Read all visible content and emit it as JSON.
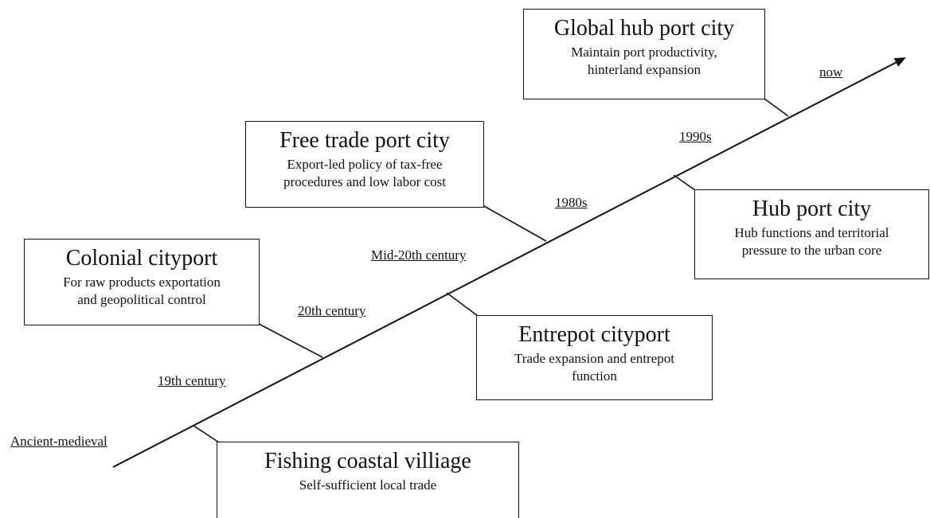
{
  "timeline": {
    "eras": [
      {
        "label": "Ancient-medieval"
      },
      {
        "label": "19th century"
      },
      {
        "label": "20th century"
      },
      {
        "label": "Mid-20th century"
      },
      {
        "label": "1980s"
      },
      {
        "label": "1990s"
      },
      {
        "label": "now"
      }
    ]
  },
  "stages": [
    {
      "title": "Fishing coastal villiage",
      "description": [
        "Self-sufficient local trade"
      ]
    },
    {
      "title": "Colonial cityport",
      "description": [
        "For raw products exportation",
        "and geopolitical control"
      ]
    },
    {
      "title": "Entrepot cityport",
      "description": [
        "Trade expansion and entrepot",
        "function"
      ]
    },
    {
      "title": "Free trade port city",
      "description": [
        "Export-led policy of tax-free",
        "procedures and low labor cost"
      ]
    },
    {
      "title": "Hub port city",
      "description": [
        "Hub functions and territorial",
        "pressure to the urban core"
      ]
    },
    {
      "title": "Global hub port city",
      "description": [
        "Maintain port productivity,",
        "hinterland expansion"
      ]
    }
  ]
}
